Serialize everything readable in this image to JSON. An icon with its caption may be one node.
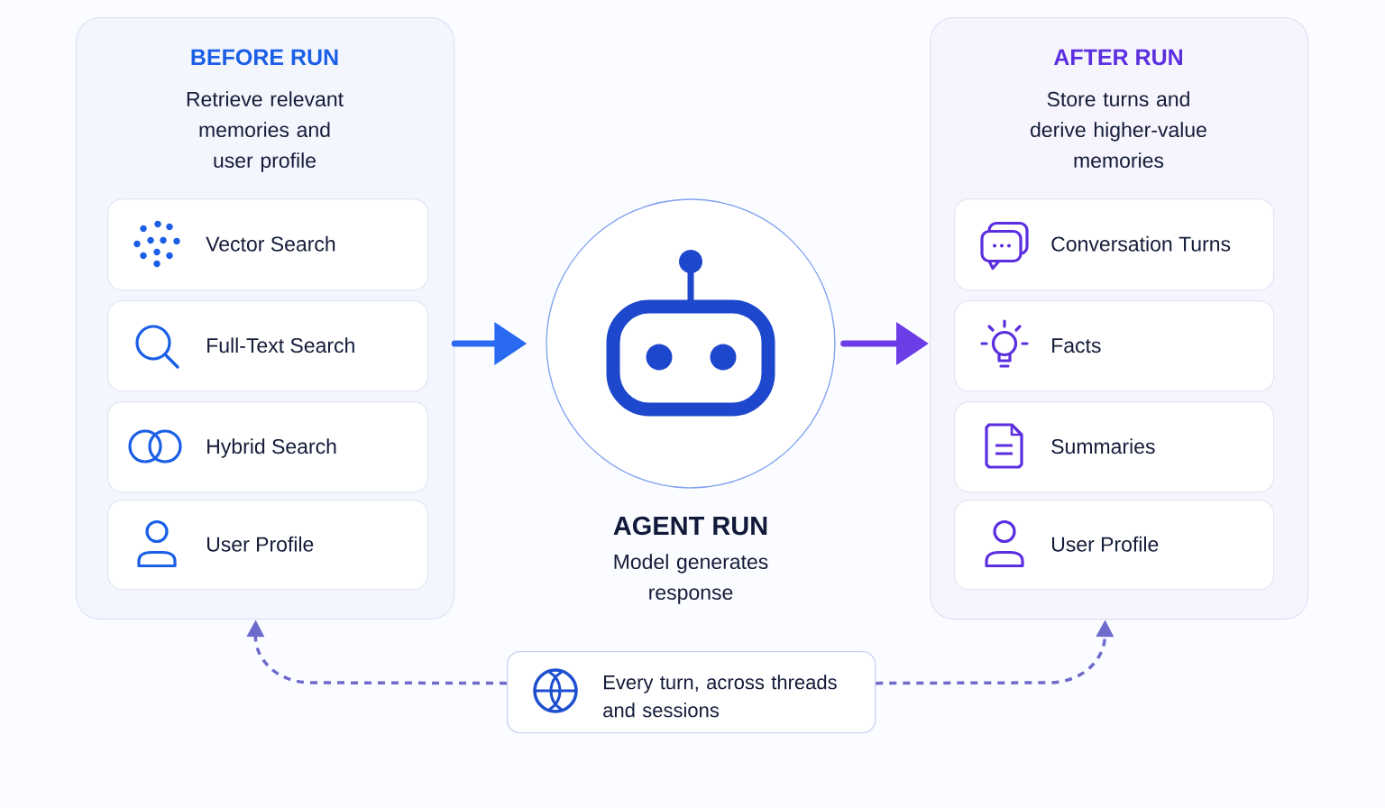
{
  "diagram": {
    "nodes": [
      {
        "text": [
          "BEFORE RUN",
          "Retrieve relevant memories and user profile"
        ]
      },
      {
        "text": [
          "Vector Search"
        ],
        "in": 0
      },
      {
        "text": [
          "Full-Text Search"
        ],
        "in": 0
      },
      {
        "text": [
          "Hybrid Search"
        ],
        "in": 0
      },
      {
        "text": [
          "User Profile"
        ],
        "in": 0
      },
      {
        "text": [
          "AGENT RUN",
          "Model generates response"
        ]
      },
      {
        "text": [
          "AFTER RUN",
          "Store turns and derive higher-value memories"
        ]
      },
      {
        "text": [
          "Conversation Turns"
        ],
        "in": 6
      },
      {
        "text": [
          "Facts"
        ],
        "in": 6
      },
      {
        "text": [
          "Summaries"
        ],
        "in": 6
      },
      {
        "text": [
          "User Profile"
        ],
        "in": 6
      },
      {
        "text": [
          "Every turn, across threads and sessions"
        ]
      }
    ],
    "edges": [
      {
        "from": 0,
        "to": 5,
        "arrow": "to",
        "style": "thick",
        "color": "#2a6af0"
      },
      {
        "from": 5,
        "to": 6,
        "arrow": "to",
        "style": "thick",
        "color": "#6b3de6"
      },
      {
        "from": 11,
        "to": 0,
        "arrow": "to",
        "style": "dashed",
        "color": "#6d6bcb"
      },
      {
        "from": 11,
        "to": 6,
        "arrow": "to",
        "style": "dashed",
        "color": "#6d6bcb"
      }
    ]
  }
}
